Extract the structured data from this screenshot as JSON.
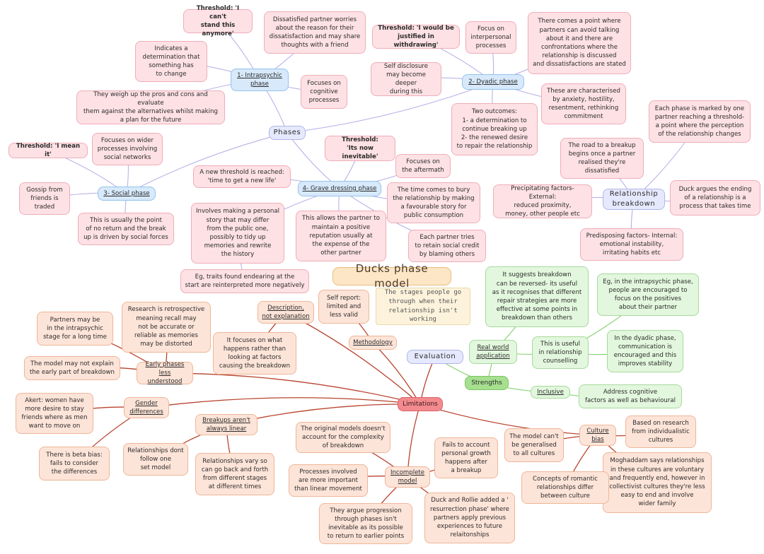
{
  "title": "Ducks phase model",
  "subtitle": "The stages people go through when their relationship isn't working",
  "nodes": {
    "phases": "Phases",
    "ph1": "1- Intrapsychic\nphase",
    "ph1_threshold": "Threshold: 'I can't\nstand this anymore'",
    "ph1_determination": "Indicates a\ndetermination that\nsomething has\nto change",
    "ph1_worries": "Dissatisfied partner worries\nabout the reason for their\ndissatisfaction and may share\nthoughts with a friend",
    "ph1_cognitive": "Focuses on\ncognitive\nprocesses",
    "ph1_weigh": "They weigh up the pros and cons and evaluate\nthem against the alternatives whilst making\na plan for the future",
    "ph2": "2- Dyadic phase",
    "ph2_threshold": "Threshold: 'I would be\njustified in withdrawing'",
    "ph2_interpersonal": "Focus on\ninterpersonal\nprocesses",
    "ph2_point": "There comes a point where\npartners can avoid talking\nabout it and there are\nconfrontations where the\nrelationship is discussed\nand dissatisfactions are stated",
    "ph2_disclosure": "Self disclosure\nmay become deeper\nduring this",
    "ph2_characterised": "These are characterised\nby anxiety, hostility,\nresentment, rethinking\ncommitment",
    "ph2_outcomes": "Two outcomes:\n1- a determination to\ncontinue breaking up\n2- the renewed desire\nto repair the relationship",
    "ph3": "3- Social phase",
    "ph3_threshold": "Threshold: 'I mean it'",
    "ph3_networks": "Focuses on wider\nprocesses involving\nsocial networks",
    "ph3_gossip": "Gossip from\nfriends is\ntraded",
    "ph3_return": "This is usually the point\nof no return and the break\nup is driven by social forces",
    "ph4": "4- Grave dressing phase",
    "ph4_threshold": "Threshold:\n'Its now inevitable'",
    "ph4_aftermath": "Focuses on\nthe aftermath",
    "ph4_newlife": "A new threshold is reached:\n'time to get a new life'",
    "ph4_story": "Involves making a personal\nstory that may differ\nfrom the public one,\npossibly to tidy up\nmemories and rewrite\nthe history",
    "ph4_bury": "The time comes to bury\nthe relationship by making\na favourable story for\npublic consumption",
    "ph4_maintain": "This allows the partner to\nmaintain a positive\nreputation usually at\nthe expense of the\nother partner",
    "ph4_credit": "Each partner tries\nto retain social credit\nby blaming others",
    "ph4_traits": "Eg, traits found endearing at the\nstart are reinterpreted more negatively",
    "rb": "Relationship\nbreakdown",
    "rb_threshold": "Each phase is marked by one\npartner reaching a threshold-\na point where the perception\nof the relationship changes",
    "rb_road": "The road to a breakup\nbegins once a partner\nrealised they're\ndissatisfied",
    "rb_precipitating": "Precipitating factors- External:\nreduced proximity,\nmoney, other people etc",
    "rb_process": "Duck argues the ending\nof a relationship is a\nprocess that takes time",
    "rb_predisposing": "Predisposing factors- Internal:\nemotional instability,\nirritating habits etc",
    "evaluation": "Evaluation",
    "strengths": "Strengths",
    "rwa": "Real world\napplication",
    "rwa_reversed": "It suggests breakdown\ncan be reversed- its useful\nas it recognises that different\nrepair strategies are more\neffective at some points in\nbreakdown than others",
    "rwa_counselling": "This is useful\nin relationship\ncounselling",
    "rwa_intrapsychic": "Eg, in the intrapsychic phase,\npeople are encouraged to\nfocus on the positives\nabout their partner",
    "rwa_dyadic": "In the dyadic phase,\ncommunication is\nencouraged and this\nimproves stability",
    "inclusive": "Inclusive",
    "inclusive_factors": "Address cognitive\nfactors as well as behavioural",
    "limitations": "Limitations",
    "desc": "Description,\nnot explanation",
    "desc_focus": "It focuses on what\nhappens rather than\nlooking at factors\ncausing the breakdown",
    "meth": "Methodology",
    "meth_self": "Self report:\nlimited and\nless valid",
    "early": "Early phases\nless understood",
    "early_partners": "Partners may be\nin the intrapsychic\nstage for a long time",
    "early_research": "Research is retrospective\nmeaning recall may\nnot be accurate or\nreliable as memories\nmay be distorted",
    "early_model": "The model may not explain\nthe early part of breakdown",
    "gender": "Gender\ndifferences",
    "gender_akert": "Akert: women have\nmore desire to stay\nfriends where as men\nwant to move on",
    "gender_beta": "There is beta bias:\nfails to consider\nthe differences",
    "breakups": "Breakups aren't\nalways linear",
    "breakups_follow": "Relationships dont\nfollow one\nset model",
    "breakups_vary": "Relationships vary so\ncan go back and forth\nfrom different stages\nat different times",
    "incomplete": "Incomplete\nmodel",
    "inc_original": "The original models doesn't\naccount for the complexity\nof breakdown",
    "inc_growth": "Fails to account\npersonal growth\nhappens after\na breakup",
    "inc_processes": "Processes involved\nare more important\nthan linear movement",
    "inc_progression": "They argue progression\nthrough phases isn't\ninevitable as its possible\nto return to earlier points",
    "inc_rollie": "Duck and Rollie added a '\nresurrection phase' where\npartners apply previous\nexperiences to future\nrelaitonships",
    "culture": "Culture\nbias",
    "culture_research": "Based on research\nfrom individualistic\ncultures",
    "culture_generalised": "The model can't\nbe generalised\nto all cultures",
    "culture_moghaddam": "Moghaddam says relationships\nin these cultures are voluntary\nand frequently end, however in\ncollectivist cultures they're less\neasy to end and involve\nwider family",
    "culture_concepts": "Concepts of romantic\nrelationships differ\nbetween culture"
  },
  "colors": {
    "phase_lines": "#b9b3e8",
    "limitation_lines": "#b8442e",
    "strength_lines": "#7fcf6a"
  }
}
